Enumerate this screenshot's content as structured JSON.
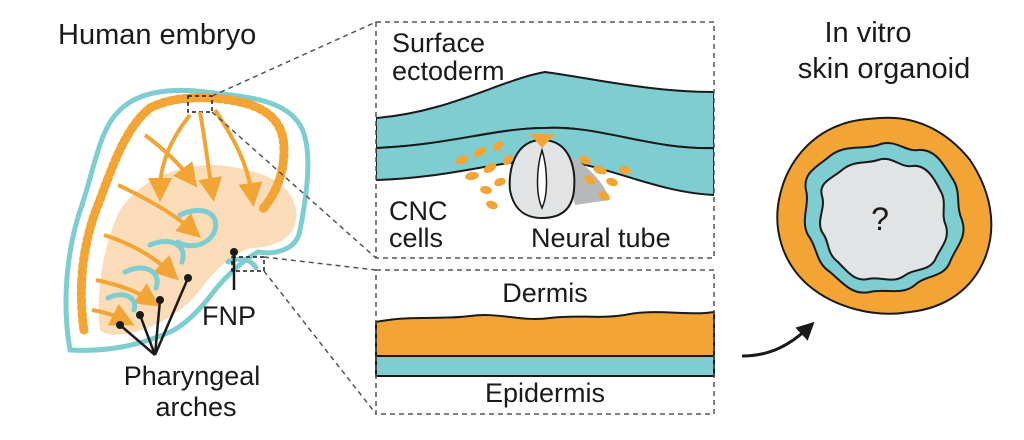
{
  "titles": {
    "embryo": "Human embryo",
    "organoid_line1": "In vitro",
    "organoid_line2": "skin organoid"
  },
  "neural_panel": {
    "surface_line1": "Surface",
    "surface_line2": "ectoderm",
    "cnc_line1": "CNC",
    "cnc_line2": "cells",
    "neural_tube": "Neural tube"
  },
  "skin_panel": {
    "dermis": "Dermis",
    "epidermis": "Epidermis"
  },
  "embryo_labels": {
    "fnp": "FNP",
    "arches_line1": "Pharyngeal",
    "arches_line2": "arches"
  },
  "organoid": {
    "unknown": "?"
  },
  "colors": {
    "teal": "#7ecdd1",
    "orange": "#f2a535",
    "peach": "#fbdcb8",
    "outline": "#1a1a1a",
    "grey_fill": "#e2e3e4"
  }
}
